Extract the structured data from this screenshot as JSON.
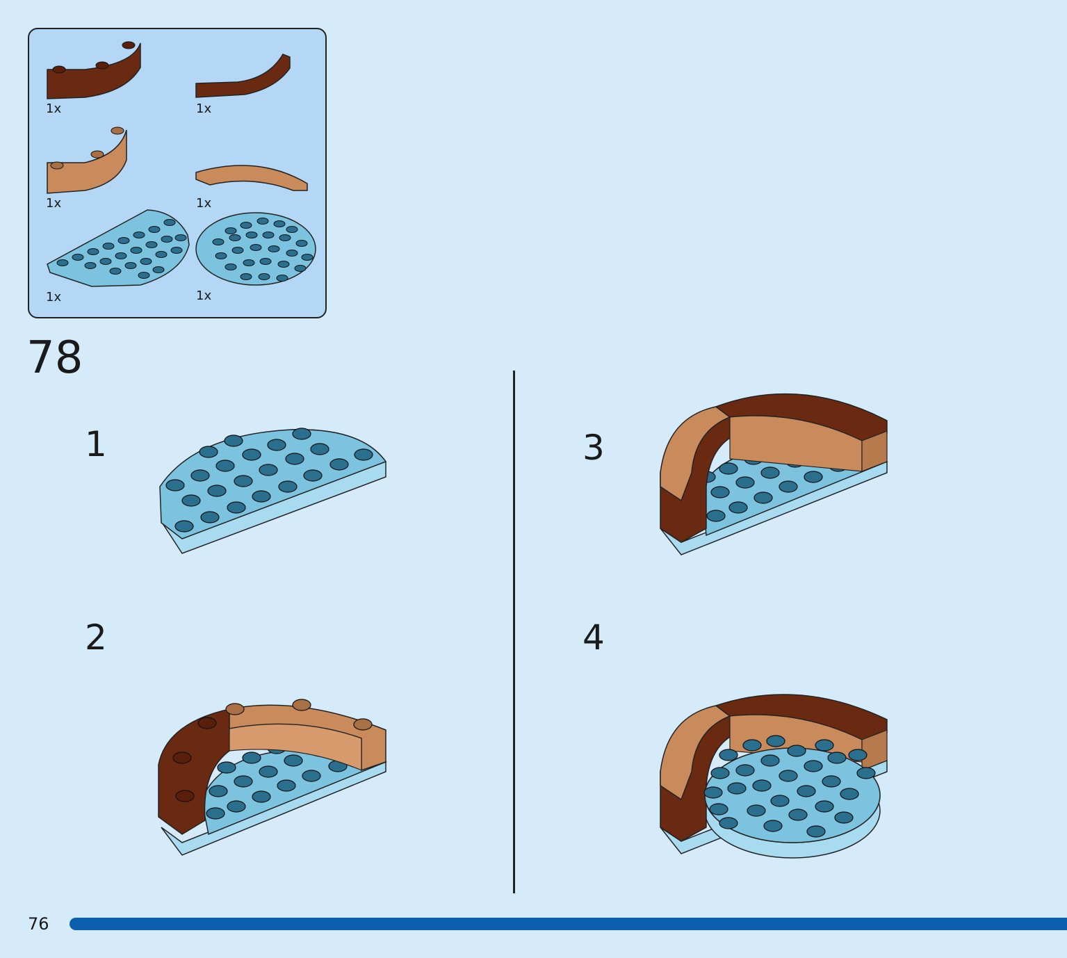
{
  "parts": [
    {
      "id": "brown-curved-brick",
      "qty": "1x"
    },
    {
      "id": "brown-curved-tile",
      "qty": "1x"
    },
    {
      "id": "tan-curved-brick",
      "qty": "1x"
    },
    {
      "id": "tan-curved-tile",
      "qty": "1x"
    },
    {
      "id": "blue-half-round-plate",
      "qty": "1x"
    },
    {
      "id": "blue-round-plate",
      "qty": "1x"
    }
  ],
  "step": {
    "number": "78"
  },
  "substeps": [
    "1",
    "2",
    "3",
    "4"
  ],
  "page": {
    "number": "76",
    "progress": 1.0
  },
  "colors": {
    "background": "#d6ebfa",
    "parts_box": "#b3d7f4",
    "dark_brown": "#6a2a12",
    "tan": "#c98a5c",
    "light_blue": "#7cc3e0",
    "progress": "#0c5faf"
  }
}
